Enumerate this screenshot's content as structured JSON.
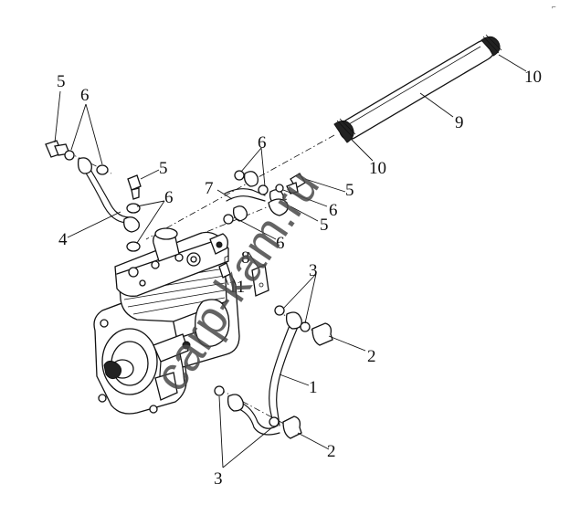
{
  "corner_mark": "⌐",
  "watermark": "carp-kam.ru",
  "callouts": [
    "1",
    "2",
    "2",
    "3",
    "3",
    "4",
    "5",
    "5",
    "5",
    "5",
    "6",
    "6",
    "6",
    "6",
    "6",
    "7",
    "8",
    "9",
    "10",
    "10",
    "11"
  ]
}
